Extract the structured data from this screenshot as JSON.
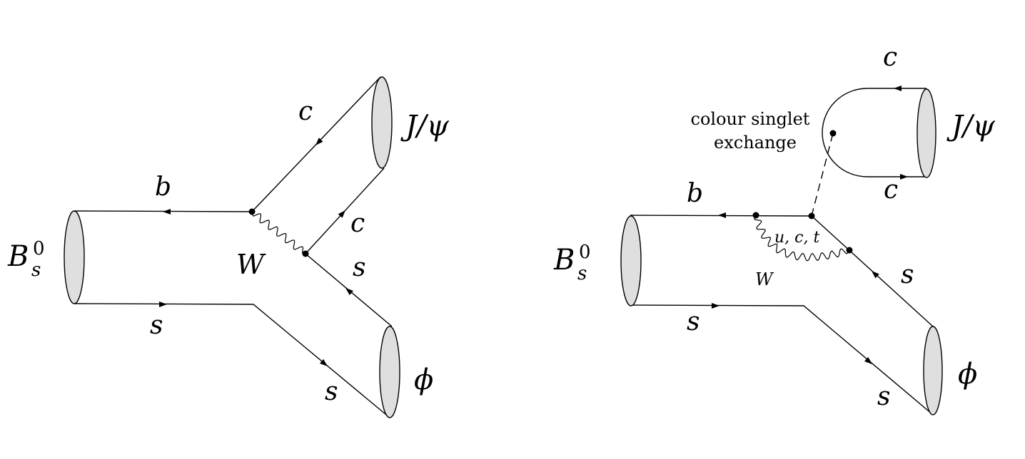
{
  "diagram_left": {
    "meson_initial": {
      "symbol": "B",
      "subscript": "s",
      "superscript": "0"
    },
    "quark_b": "b",
    "quark_s_bottom": "s",
    "boson": "W",
    "quark_c_top": "c",
    "quark_c_mid": "c",
    "quark_s_mid": "s",
    "quark_s_lower": "s",
    "meson_jpsi": "J/ψ",
    "meson_phi": "ϕ"
  },
  "diagram_right": {
    "meson_initial": {
      "symbol": "B",
      "subscript": "s",
      "superscript": "0"
    },
    "quark_b": "b",
    "quark_s_bottom": "s",
    "loop_quarks": "u, c, t",
    "boson": "W",
    "annotation_line1": "colour singlet",
    "annotation_line2": "exchange",
    "quark_c_top": "c",
    "quark_c_bottom": "c",
    "quark_s_mid": "s",
    "quark_s_lower": "s",
    "meson_jpsi": "J/ψ",
    "meson_phi": "ϕ"
  },
  "colors": {
    "line": "#000000",
    "blob_fill": "#dfdfdf",
    "background": "#ffffff"
  }
}
